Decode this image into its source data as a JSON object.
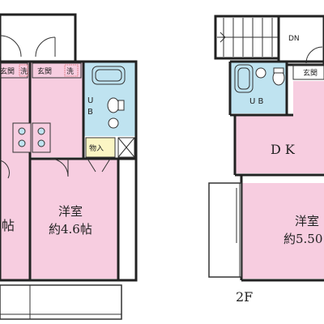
{
  "colors": {
    "room": "#f7cde0",
    "bath": "#bfe3f0",
    "storage": "#fbf5c4",
    "wall": "#222222",
    "white": "#ffffff"
  },
  "floor1": {
    "left_unit": {
      "entrance": "玄関",
      "washer": "洗",
      "room_label": "帖"
    },
    "right_unit": {
      "entrance": "玄関",
      "washer": "洗",
      "bath": "U B",
      "storage": "物入",
      "room_name": "洋室",
      "room_size": "約4.6帖"
    }
  },
  "floor2": {
    "floor_label": "2F",
    "stairs_label": "DN",
    "entrance": "玄関",
    "bath": "U B",
    "dk": "D K",
    "room_name": "洋室",
    "room_size": "約5.50"
  }
}
